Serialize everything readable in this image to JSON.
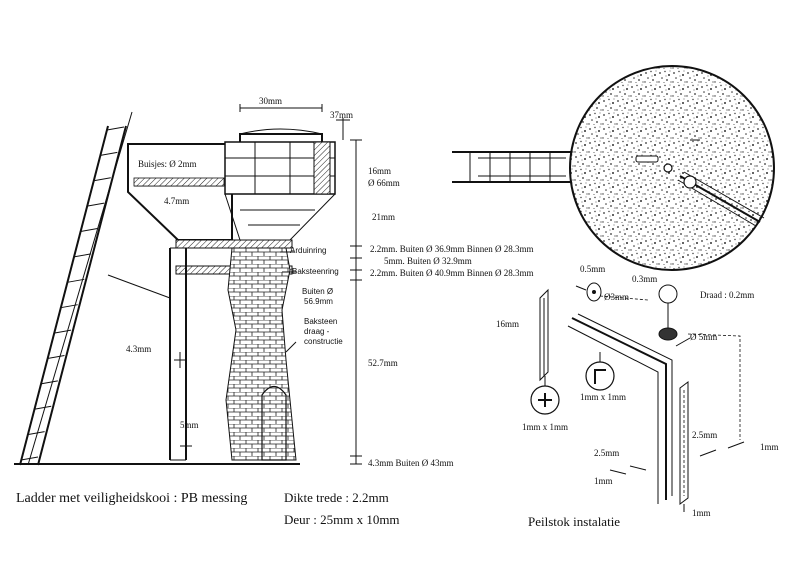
{
  "tower": {
    "dim_top_width": "30mm",
    "dim_top_offset": "37mm",
    "buisjes": "Buisjes: Ø 2mm",
    "dim_tank_side": "4.7mm",
    "dim_16": "16mm",
    "dim_66": "Ø 66mm",
    "dim_21": "21mm",
    "arduinring": "Arduinring",
    "baksteenring": "Baksteenring",
    "buiten": "Buiten Ø",
    "buiten_val": "56.9mm",
    "baksteen_1": "Baksteen",
    "baksteen_2": "draag -",
    "baksteen_3": "constructie",
    "dim_43": "4.3mm",
    "dim_5": "5mm",
    "dim_527": "52.7mm",
    "row1": "2.2mm.  Buiten Ø 36.9mm  Binnen Ø 28.3mm",
    "row2": "5mm.  Buiten Ø 32.9mm",
    "row3": "2.2mm.  Buiten Ø 40.9mm  Binnen Ø 28.3mm",
    "row4": "4.3mm  Buiten Ø 43mm"
  },
  "captions": {
    "ladder": "Ladder met veiligheidskooi : PB messing",
    "trede": "Dikte trede : 2.2mm",
    "deur": "Deur : 25mm x 10mm",
    "peilstok": "Peilstok instalatie"
  },
  "peilstok": {
    "dim_05": "0.5mm",
    "dim_03": "0.3mm",
    "dim_3": "Ø3mm",
    "draad": "Draad : 0.2mm",
    "dim_16": "16mm",
    "dim_5": "Ø 5mm",
    "profile_1": "1mm x 1mm",
    "profile_2": "1mm x 1mm",
    "dim_25a": "2.5mm",
    "dim_1a": "1mm",
    "dim_25b": "2.5mm",
    "dim_1b": "1mm",
    "dim_1c": "1mm"
  }
}
